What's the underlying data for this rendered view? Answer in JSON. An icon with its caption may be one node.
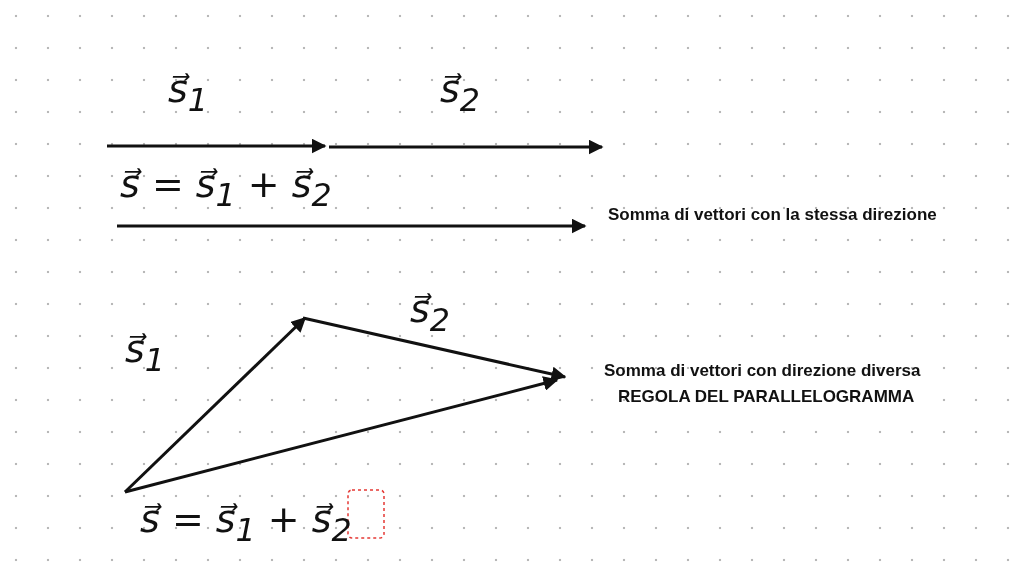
{
  "diagram": {
    "labels": [
      "s⃗$_{1}$",
      "s⃗$_{2}$",
      "s⃗ = s⃗$_{1}$ + s⃗$_{2}$",
      "Somma di vettori con la stessa direzione",
      "s⃗$_{2}$",
      "s⃗$_{1}$",
      "Somma di vettori con direzione diversa",
      "REGOLA DEL PARALLELOGRAMMA",
      "s⃗ = s⃗$_{1}$ + s⃗$_{2}$"
    ]
  }
}
